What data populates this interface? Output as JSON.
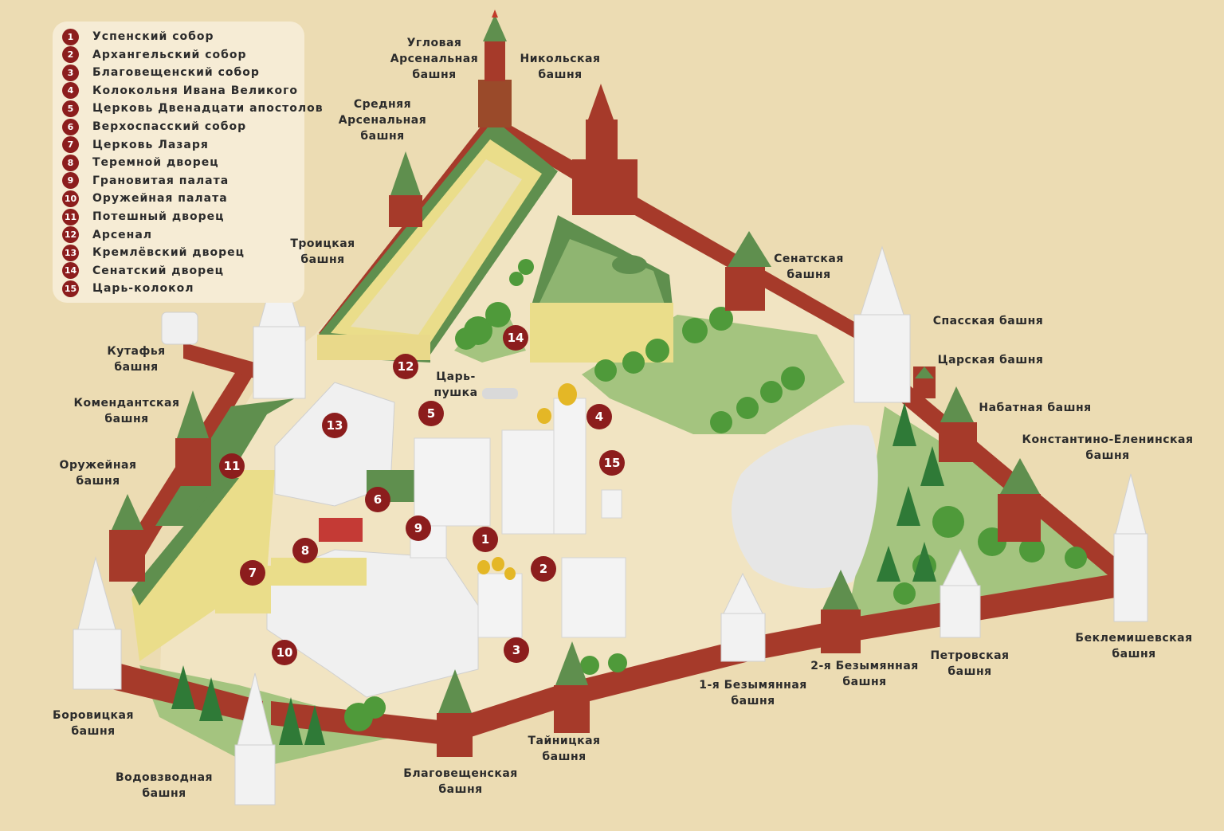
{
  "legend": [
    {
      "n": "1",
      "text": "Успенский собор"
    },
    {
      "n": "2",
      "text": "Архангельский собор"
    },
    {
      "n": "3",
      "text": "Благовещенский собор"
    },
    {
      "n": "4",
      "text": "Колокольня Ивана Великого"
    },
    {
      "n": "5",
      "text": "Церковь Двенадцати апостолов"
    },
    {
      "n": "6",
      "text": "Верхоспасский собор"
    },
    {
      "n": "7",
      "text": "Церковь Лазаря"
    },
    {
      "n": "8",
      "text": "Теремной дворец"
    },
    {
      "n": "9",
      "text": "Грановитая палата"
    },
    {
      "n": "10",
      "text": "Оружейная палата"
    },
    {
      "n": "11",
      "text": "Потешный дворец"
    },
    {
      "n": "12",
      "text": "Арсенал"
    },
    {
      "n": "13",
      "text": "Кремлёвский дворец"
    },
    {
      "n": "14",
      "text": "Сенатский дворец"
    },
    {
      "n": "15",
      "text": "Царь-колокол"
    }
  ],
  "towers": {
    "uglovaya": "Угловая\nАрсенальная\nбашня",
    "nikolskaya": "Никольская\nбашня",
    "srednyaya": "Средняя\nАрсенальная\nбашня",
    "troitskaya": "Троицкая\nбашня",
    "senatskaya": "Сенатская\nбашня",
    "spasskaya": "Спасская башня",
    "tsarskaya": "Царская башня",
    "nabatnaya": "Набатная башня",
    "konstantino": "Константино-Еленинская\nбашня",
    "kutafya": "Кутафья\nбашня",
    "komendantskaya": "Комендантская\nбашня",
    "oruzheynaya": "Оружейная\nбашня",
    "borovitskaya": "Боровицкая\nбашня",
    "vodovzvodnaya": "Водовзводная\nбашня",
    "blagoveshchenskaya": "Благовещенская\nбашня",
    "taynitskaya": "Тайницкая\nбашня",
    "bezymyannaya1": "1-я Безымянная\nбашня",
    "bezymyannaya2": "2-я Безымянная\nбашня",
    "petrovskaya": "Петровская\nбашня",
    "beklemishevskaya": "Беклемишевская\nбашня"
  },
  "tsar_pushka": "Царь-\nпушка",
  "colors": {
    "background": "#ecdcb3",
    "wall": "#a63a2a",
    "roof": "#5f8f4e",
    "marker": "#8c1d1d",
    "grass": "#a4c47f",
    "building_yellow": "#eadd8a"
  }
}
